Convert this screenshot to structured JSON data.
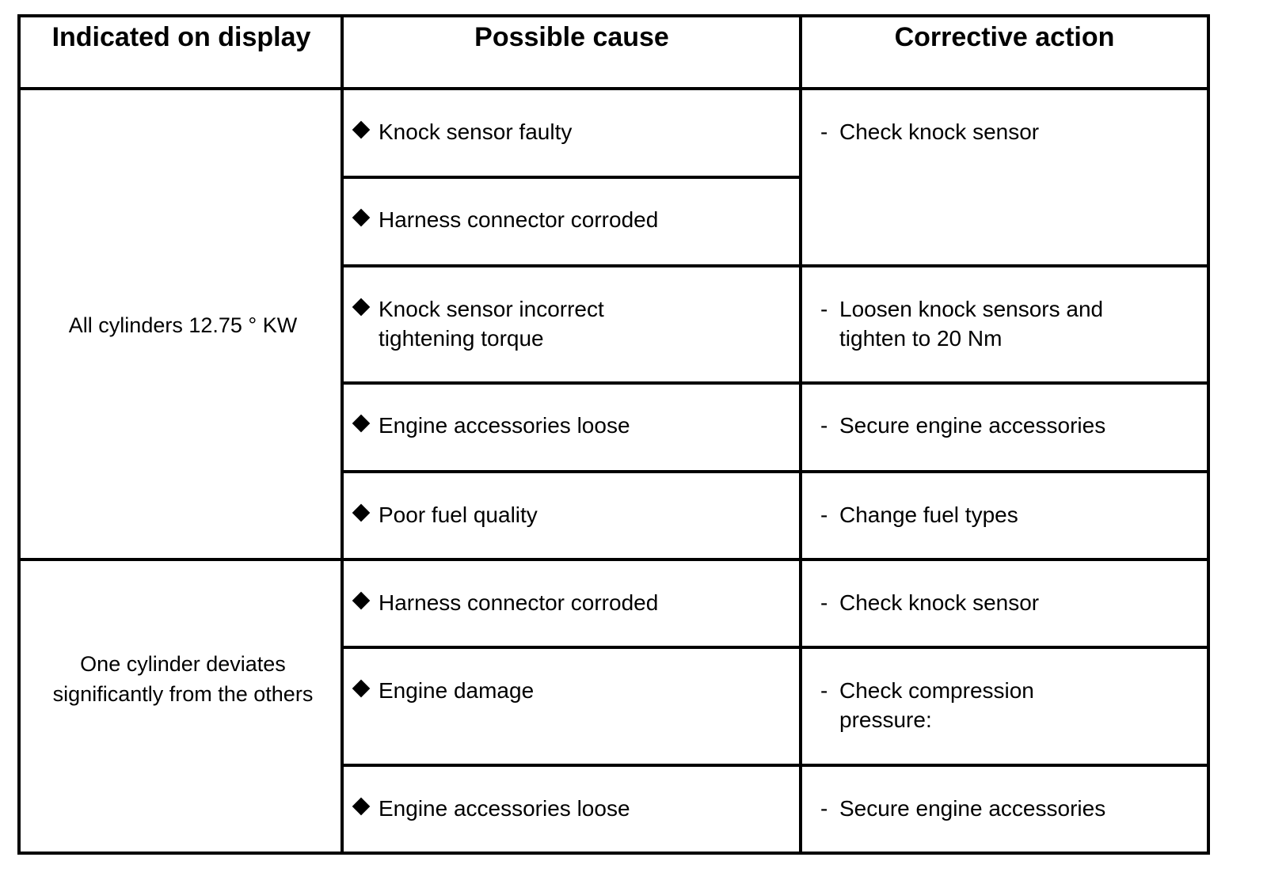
{
  "header": {
    "col1": "Indicated on display",
    "col2": "Possible cause",
    "col3": "Corrective action"
  },
  "groups": [
    {
      "indicated": "All cylinders 12.75 ° KW",
      "causes": [
        "Knock sensor faulty",
        "Harness connector corroded",
        "Knock sensor incorrect tightening torque",
        "Engine accessories loose",
        "Poor fuel quality"
      ],
      "actions": [
        "Check knock sensor",
        "Loosen knock sensors and tighten to 20 Nm",
        "Secure engine accessories",
        "Change fuel types"
      ]
    },
    {
      "indicated": "One cylinder deviates significantly from the others",
      "causes": [
        "Harness connector corroded",
        "Engine damage",
        "Engine accessories loose"
      ],
      "actions": [
        "Check knock sensor",
        "Check compression pressure:",
        "Secure engine accessories"
      ]
    }
  ],
  "bullet_icon": "diamond-bullet-icon",
  "action_marker": "-"
}
